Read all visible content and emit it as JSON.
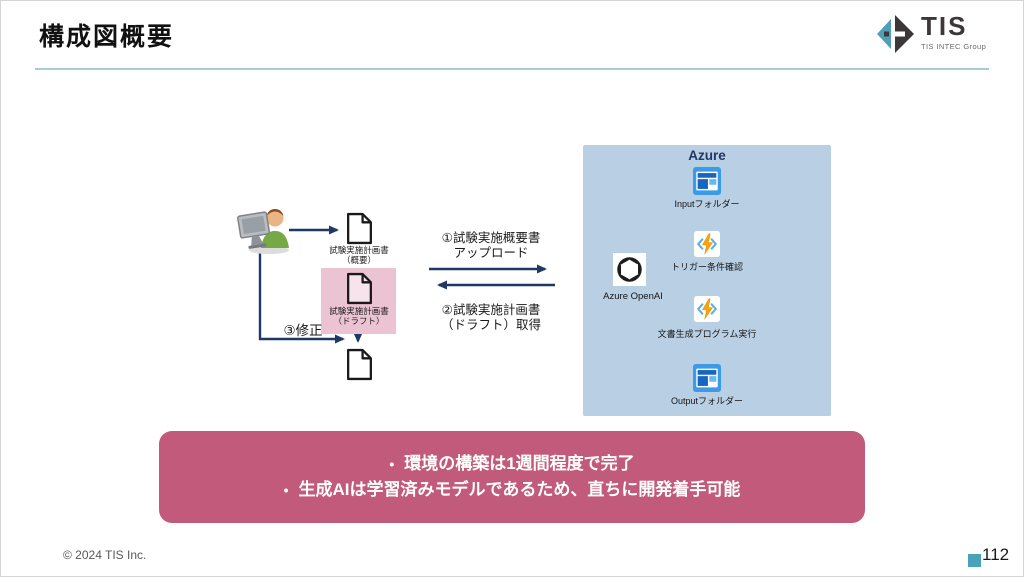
{
  "slide": {
    "title": "構成図概要"
  },
  "logo": {
    "text": "TIS",
    "subtext": "TIS INTEC Group"
  },
  "diagram": {
    "doc_overview": {
      "line1": "試験実施計画書",
      "line2": "（概要）"
    },
    "doc_draft": {
      "line1": "試験実施計画書",
      "line2": "（ドラフト）"
    },
    "step1": {
      "line1": "①試験実施概要書",
      "line2": "アップロード"
    },
    "step2": {
      "line1": "②試験実施計画書",
      "line2": "（ドラフト）取得"
    },
    "step3": {
      "label": "③修正"
    },
    "azure": {
      "title": "Azure",
      "input_label": "Inputフォルダー",
      "trigger_label": "トリガー条件確認",
      "openai_label": "Azure OpenAI",
      "generate_label": "文書生成プログラム実行",
      "output_label": "Outputフォルダー"
    }
  },
  "callout": {
    "bullets": [
      "環境の構築は1週間程度で完了",
      "生成AIは学習済みモデルであるため、直ちに開発着手可能"
    ]
  },
  "footer": {
    "copyright": "© 2024 TIS Inc.",
    "page_number": "112"
  },
  "colors": {
    "title_rule": "#a7ccd6",
    "arrow_navy": "#1f3864",
    "azure_box_bg": "#b9cfe4",
    "azure_title": "#1f3864",
    "pink_highlight": "#ecc3d3",
    "callout_bg": "#c25b7b",
    "teal_accent": "#47a2ba",
    "functions_bolt": "#f9a10e",
    "functions_brackets": "#59aee0",
    "folder_blue": "#1666c1",
    "folder_light_blue": "#3d9ae8"
  },
  "icons": {
    "logo": "tis-diamond-logo",
    "actor": "user-at-computer-icon",
    "document": "document-icon",
    "functions": "azure-functions-icon",
    "openai": "openai-icon",
    "folder": "web-app-folder-icon"
  }
}
